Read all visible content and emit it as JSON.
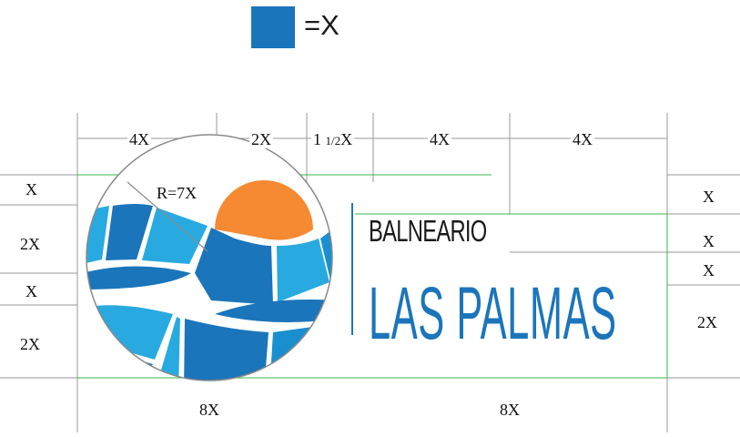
{
  "legend": {
    "swatch_color": "#1b75bb",
    "label": "=X"
  },
  "top_dimensions": [
    "4X",
    "2X",
    "1 1/2X",
    "4X",
    "4X"
  ],
  "radius_label": "R=7X",
  "left_dimensions": [
    "X",
    "2X",
    "X",
    "2X"
  ],
  "right_dimensions": [
    "X",
    "X",
    "X",
    "2X"
  ],
  "bottom_dimensions": [
    "8X",
    "8X"
  ],
  "brand": {
    "line1": "BALNEARIO",
    "line2": "LAS PALMAS"
  },
  "colors": {
    "primary_blue": "#1b75bb",
    "light_blue": "#28aae1",
    "mid_blue": "#1a8fd0",
    "sun_orange": "#f58a33",
    "guide_gray": "#9a9a9a",
    "guide_green": "#39b54a"
  }
}
